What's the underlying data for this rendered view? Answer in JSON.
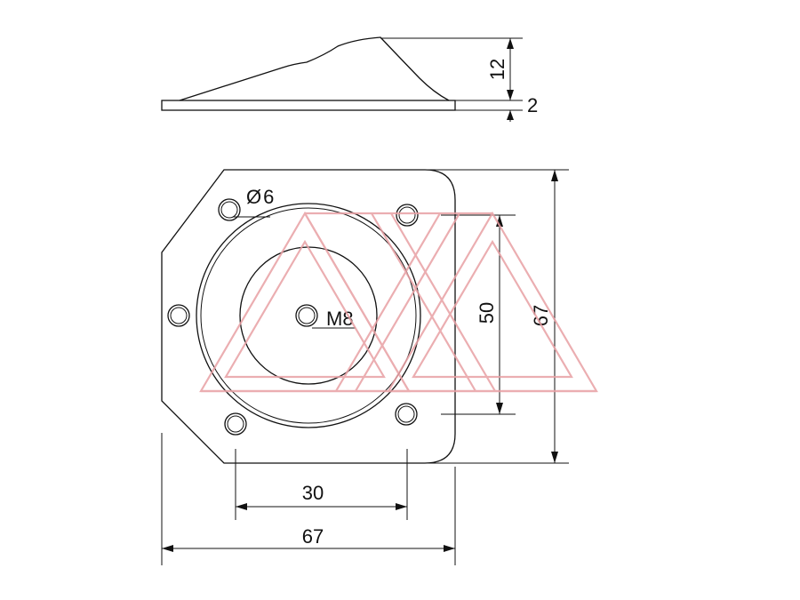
{
  "dimensions": {
    "side_height": "12",
    "side_thickness": "2",
    "hole_diameter": "6",
    "center_thread": "M8",
    "inner_vertical": "50",
    "outer_vertical": "67",
    "inner_horizontal": "30",
    "outer_horizontal": "67"
  },
  "hole_diameter_symbol": "Ø",
  "colors": {
    "line": "#111111",
    "watermark": "#e8a0a4",
    "background": "#ffffff"
  }
}
